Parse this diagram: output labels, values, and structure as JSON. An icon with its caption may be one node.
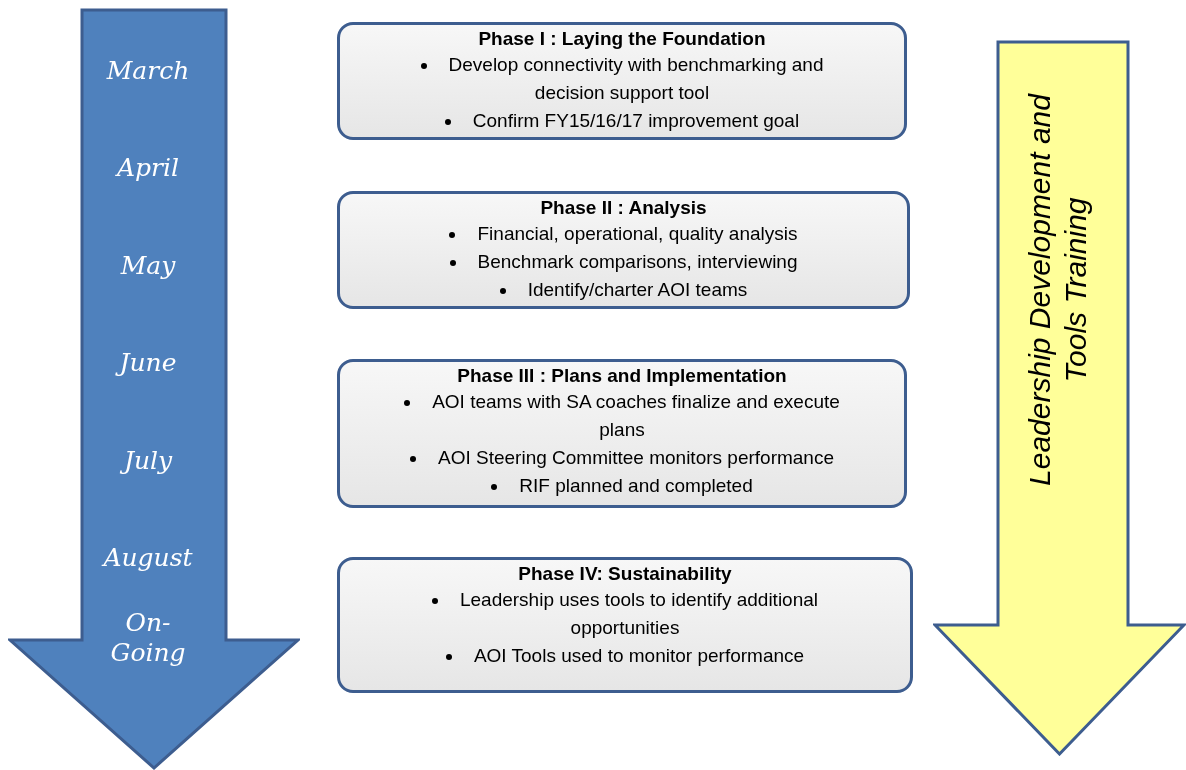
{
  "diagram": {
    "nodes": [
      {
        "text": [
          "March",
          "April",
          "May",
          "June",
          "July",
          "August",
          "On-Going"
        ]
      },
      {
        "text": [
          "Phase I : Laying the Foundation",
          "Develop connectivity with benchmarking and decision support tool",
          "Confirm FY15/16/17 improvement goal"
        ]
      },
      {
        "text": [
          "Phase II : Analysis",
          "Financial, operational, quality analysis",
          "Benchmark comparisons, interviewing",
          "Identify/charter AOI teams"
        ]
      },
      {
        "text": [
          "Phase III : Plans and Implementation",
          "AOI teams with SA coaches finalize and execute plans",
          "AOI Steering Committee monitors performance",
          "RIF planned and completed"
        ]
      },
      {
        "text": [
          "Phase IV: Sustainability",
          "Leadership uses tools to identify additional opportunities",
          "AOI Tools used to monitor performance"
        ]
      },
      {
        "text": [
          "Leadership Development and Tools Training"
        ]
      }
    ]
  }
}
